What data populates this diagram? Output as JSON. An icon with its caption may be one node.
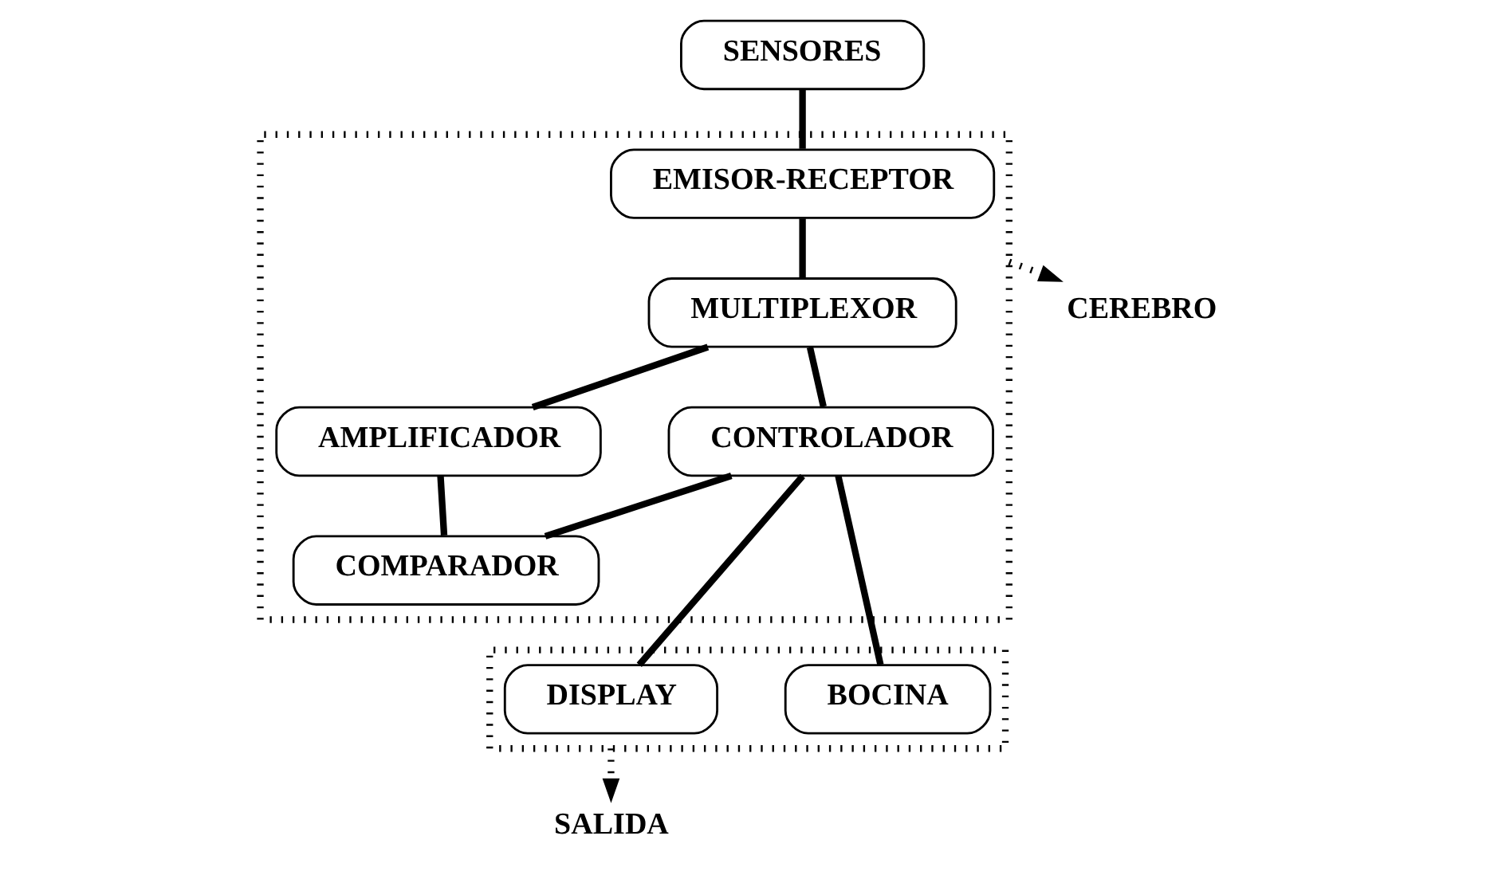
{
  "diagram": {
    "nodes": [
      {
        "text": [
          "SENSORES"
        ]
      },
      {
        "text": [],
        "shape": "box"
      },
      {
        "text": [
          "EMISOR-RECEPTOR"
        ],
        "in": 1
      },
      {
        "text": [
          "MULTIPLEXOR"
        ],
        "in": 1
      },
      {
        "text": [
          "AMPLIFICADOR"
        ],
        "in": 1
      },
      {
        "text": [
          "CONTROLADOR"
        ],
        "in": 1
      },
      {
        "text": [
          "COMPARADOR"
        ],
        "in": 1
      },
      {
        "text": [
          "CEREBRO"
        ]
      },
      {
        "text": [],
        "shape": "box"
      },
      {
        "text": [
          "DISPLAY"
        ],
        "in": 8
      },
      {
        "text": [
          "BOCINA"
        ],
        "in": 8
      },
      {
        "text": [
          "SALIDA"
        ]
      }
    ],
    "edges": [
      {
        "from": 0,
        "to": 2,
        "arrow": "none"
      },
      {
        "from": 2,
        "to": 3,
        "arrow": "none"
      },
      {
        "from": 3,
        "to": 4,
        "arrow": "none"
      },
      {
        "from": 3,
        "to": 5,
        "arrow": "none"
      },
      {
        "from": 4,
        "to": 6,
        "arrow": "none"
      },
      {
        "from": 6,
        "to": 5,
        "arrow": "none"
      },
      {
        "from": 5,
        "to": 9,
        "arrow": "none"
      },
      {
        "from": 5,
        "to": 10,
        "arrow": "none"
      },
      {
        "from": 1,
        "to": 7,
        "arrow": "to",
        "style": "dashed"
      },
      {
        "from": 8,
        "to": 11,
        "arrow": "to",
        "style": "dashed"
      }
    ]
  }
}
